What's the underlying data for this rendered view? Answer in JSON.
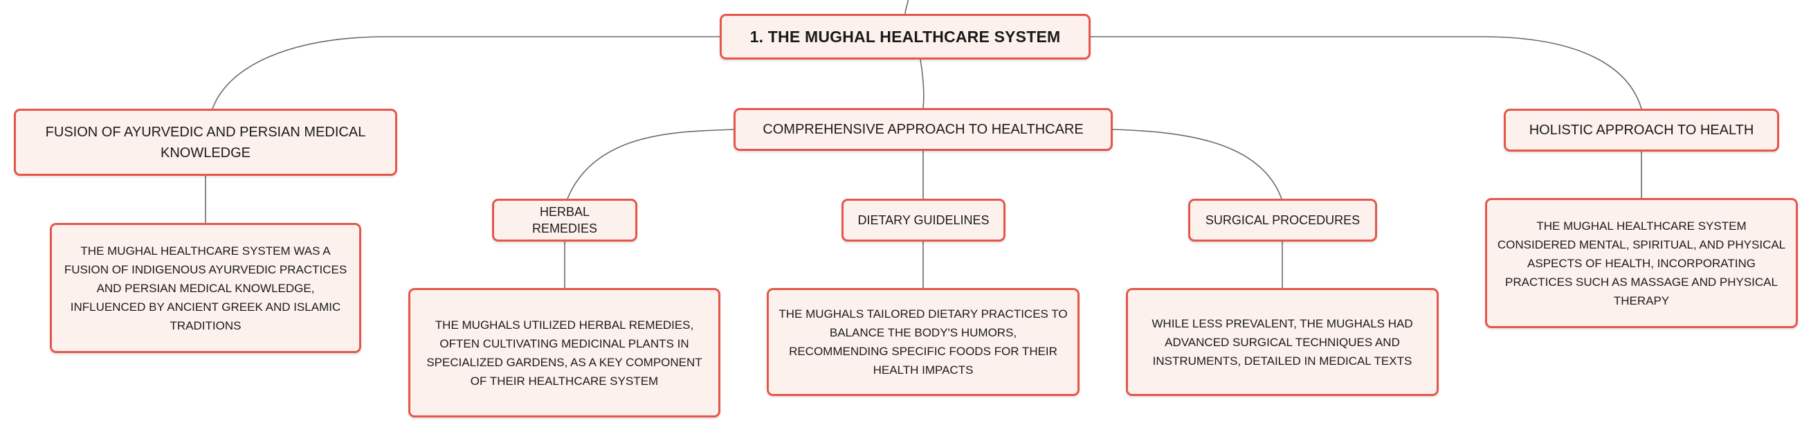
{
  "root": {
    "title": "1. THE MUGHAL HEALTHCARE SYSTEM"
  },
  "branches": {
    "fusion": {
      "label": "FUSION OF AYURVEDIC AND PERSIAN MEDICAL KNOWLEDGE",
      "detail": "THE MUGHAL HEALTHCARE SYSTEM WAS A FUSION OF INDIGENOUS AYURVEDIC PRACTICES AND PERSIAN MEDICAL KNOWLEDGE, INFLUENCED BY ANCIENT GREEK AND ISLAMIC TRADITIONS"
    },
    "comprehensive": {
      "label": "COMPREHENSIVE APPROACH TO HEALTHCARE",
      "children": {
        "herbal": {
          "label": "HERBAL REMEDIES",
          "detail": "THE MUGHALS UTILIZED HERBAL REMEDIES, OFTEN CULTIVATING MEDICINAL PLANTS IN SPECIALIZED GARDENS, AS A KEY COMPONENT OF THEIR HEALTHCARE SYSTEM"
        },
        "dietary": {
          "label": "DIETARY GUIDELINES",
          "detail": "THE MUGHALS TAILORED DIETARY PRACTICES TO BALANCE THE BODY'S HUMORS, RECOMMENDING SPECIFIC FOODS FOR THEIR HEALTH IMPACTS"
        },
        "surgical": {
          "label": "SURGICAL PROCEDURES",
          "detail": "WHILE LESS PREVALENT, THE MUGHALS HAD ADVANCED SURGICAL TECHNIQUES AND INSTRUMENTS, DETAILED IN MEDICAL TEXTS"
        }
      }
    },
    "holistic": {
      "label": "HOLISTIC APPROACH TO HEALTH",
      "detail": "THE MUGHAL HEALTHCARE SYSTEM CONSIDERED MENTAL, SPIRITUAL, AND PHYSICAL ASPECTS OF HEALTH, INCORPORATING PRACTICES SUCH AS MASSAGE AND PHYSICAL THERAPY"
    }
  },
  "colors": {
    "node_border": "#e4574a",
    "node_fill": "#fdf1ee",
    "connector": "#6b6b6b"
  }
}
